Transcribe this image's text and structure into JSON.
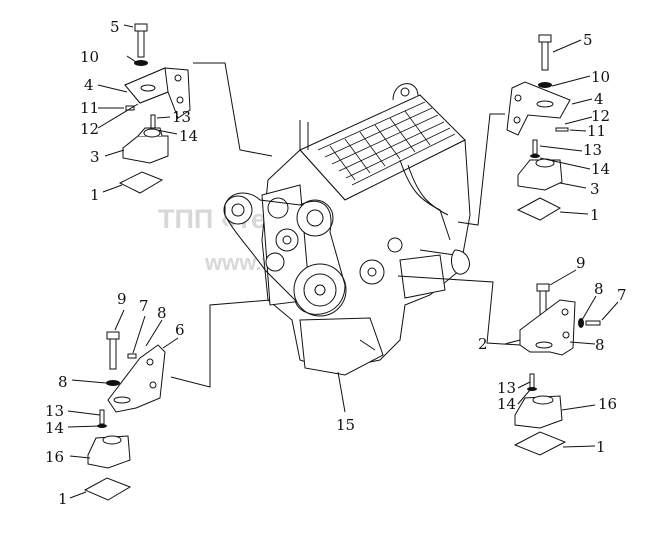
{
  "watermark": {
    "line1": "ТПП «Технобиз»",
    "line2": "www.tp_z.ru"
  },
  "callouts": {
    "tl_5": "5",
    "tl_10": "10",
    "tl_4": "4",
    "tl_11": "11",
    "tl_12": "12",
    "tl_13": "13",
    "tl_14": "14",
    "tl_3": "3",
    "tl_1": "1",
    "tr_5": "5",
    "tr_10": "10",
    "tr_4": "4",
    "tr_12": "12",
    "tr_11": "11",
    "tr_13": "13",
    "tr_14": "14",
    "tr_3": "3",
    "tr_1": "1",
    "bl_9": "9",
    "bl_7": "7",
    "bl_8a": "8",
    "bl_6": "6",
    "bl_8b": "8",
    "bl_13": "13",
    "bl_14": "14",
    "bl_16": "16",
    "bl_1": "1",
    "br_9": "9",
    "br_8a": "8",
    "br_7": "7",
    "br_8b": "8",
    "br_2": "2",
    "br_13": "13",
    "br_14": "14",
    "br_16": "16",
    "br_1": "1",
    "engine_15": "15"
  },
  "colors": {
    "line": "#111111",
    "watermark": "#d8d8d8",
    "background": "#ffffff"
  }
}
